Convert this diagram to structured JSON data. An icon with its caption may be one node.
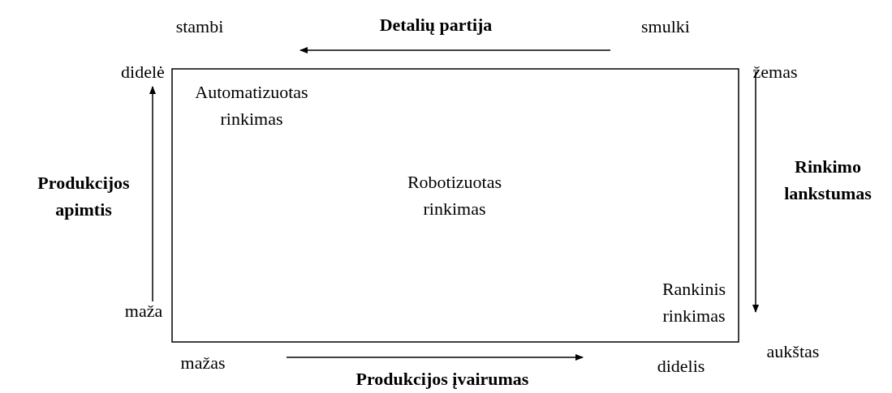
{
  "diagram": {
    "labels": [
      "Detalių partija",
      "stambi",
      "smulki",
      "didelė",
      "žemas",
      "Automatizuotas rinkimas",
      "Produkcijos apimtis",
      "Robotizuotas rinkimas",
      "Rinkimo lankstumas",
      "maža",
      "Rankinis rinkimas",
      "aukštas",
      "mažas",
      "didelis",
      "Produkcijos įvairumas"
    ]
  }
}
